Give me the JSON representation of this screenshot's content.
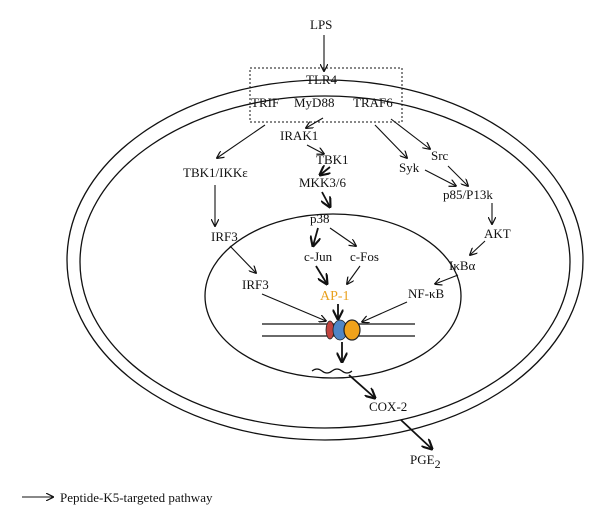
{
  "title": "",
  "nodes": {
    "lps": "LPS",
    "tlr4": "TLR4",
    "trif": "TRIF",
    "myd88": "MyD88",
    "traf6": "TRAF6",
    "irak1": "IRAK1",
    "tbk1": "TBK1",
    "tbk1_ikke": "TBK1/IKKε",
    "syk": "Syk",
    "src": "Src",
    "mkk36": "MKK3/6",
    "p85p13k": "p85/P13k",
    "irf3_top": "IRF3",
    "p38": "p38",
    "akt": "AKT",
    "cjun": "c-Jun",
    "cfos": "c-Fos",
    "ikba": "IκBα",
    "irf3_nuc": "IRF3",
    "ap1": "AP-1",
    "nfkb": "NF-κB",
    "cox2": "COX-2",
    "pge2_base": "PGE",
    "pge2_sub": "2"
  },
  "legend": {
    "label": "Peptide-K5-targeted pathway"
  },
  "colors": {
    "ap1_text": "#e9a11f",
    "factor_red": "#c1443f",
    "factor_blue": "#4f86c6",
    "factor_orange": "#f0a21b"
  }
}
